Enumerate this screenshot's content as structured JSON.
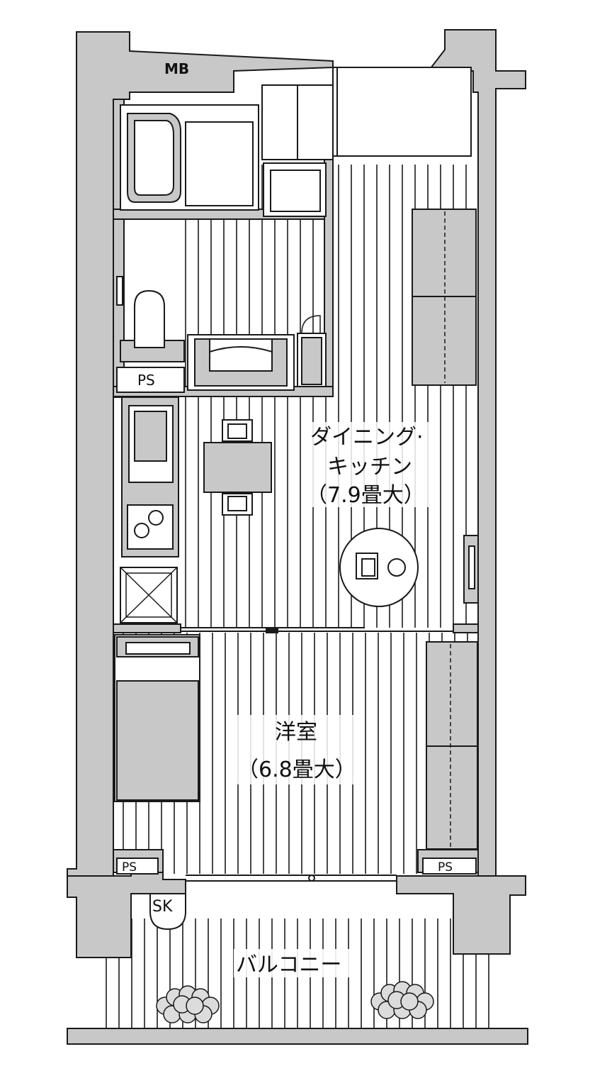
{
  "rooms": {
    "dining": {
      "name": "ダイニング·",
      "name2": "キッチン",
      "area": "（7.9畳大）"
    },
    "western": {
      "name": "洋室",
      "area": "（6.8畳大）"
    },
    "balcony": {
      "name": "バルコニー"
    }
  },
  "labels": {
    "mb": "MB",
    "ps_top": "PS",
    "ps_left": "PS",
    "ps_right": "PS",
    "sk": "SK"
  },
  "colors": {
    "wall": "#c8c8c8",
    "line": "#1a1a1a",
    "floor_bg": "#ffffff"
  }
}
